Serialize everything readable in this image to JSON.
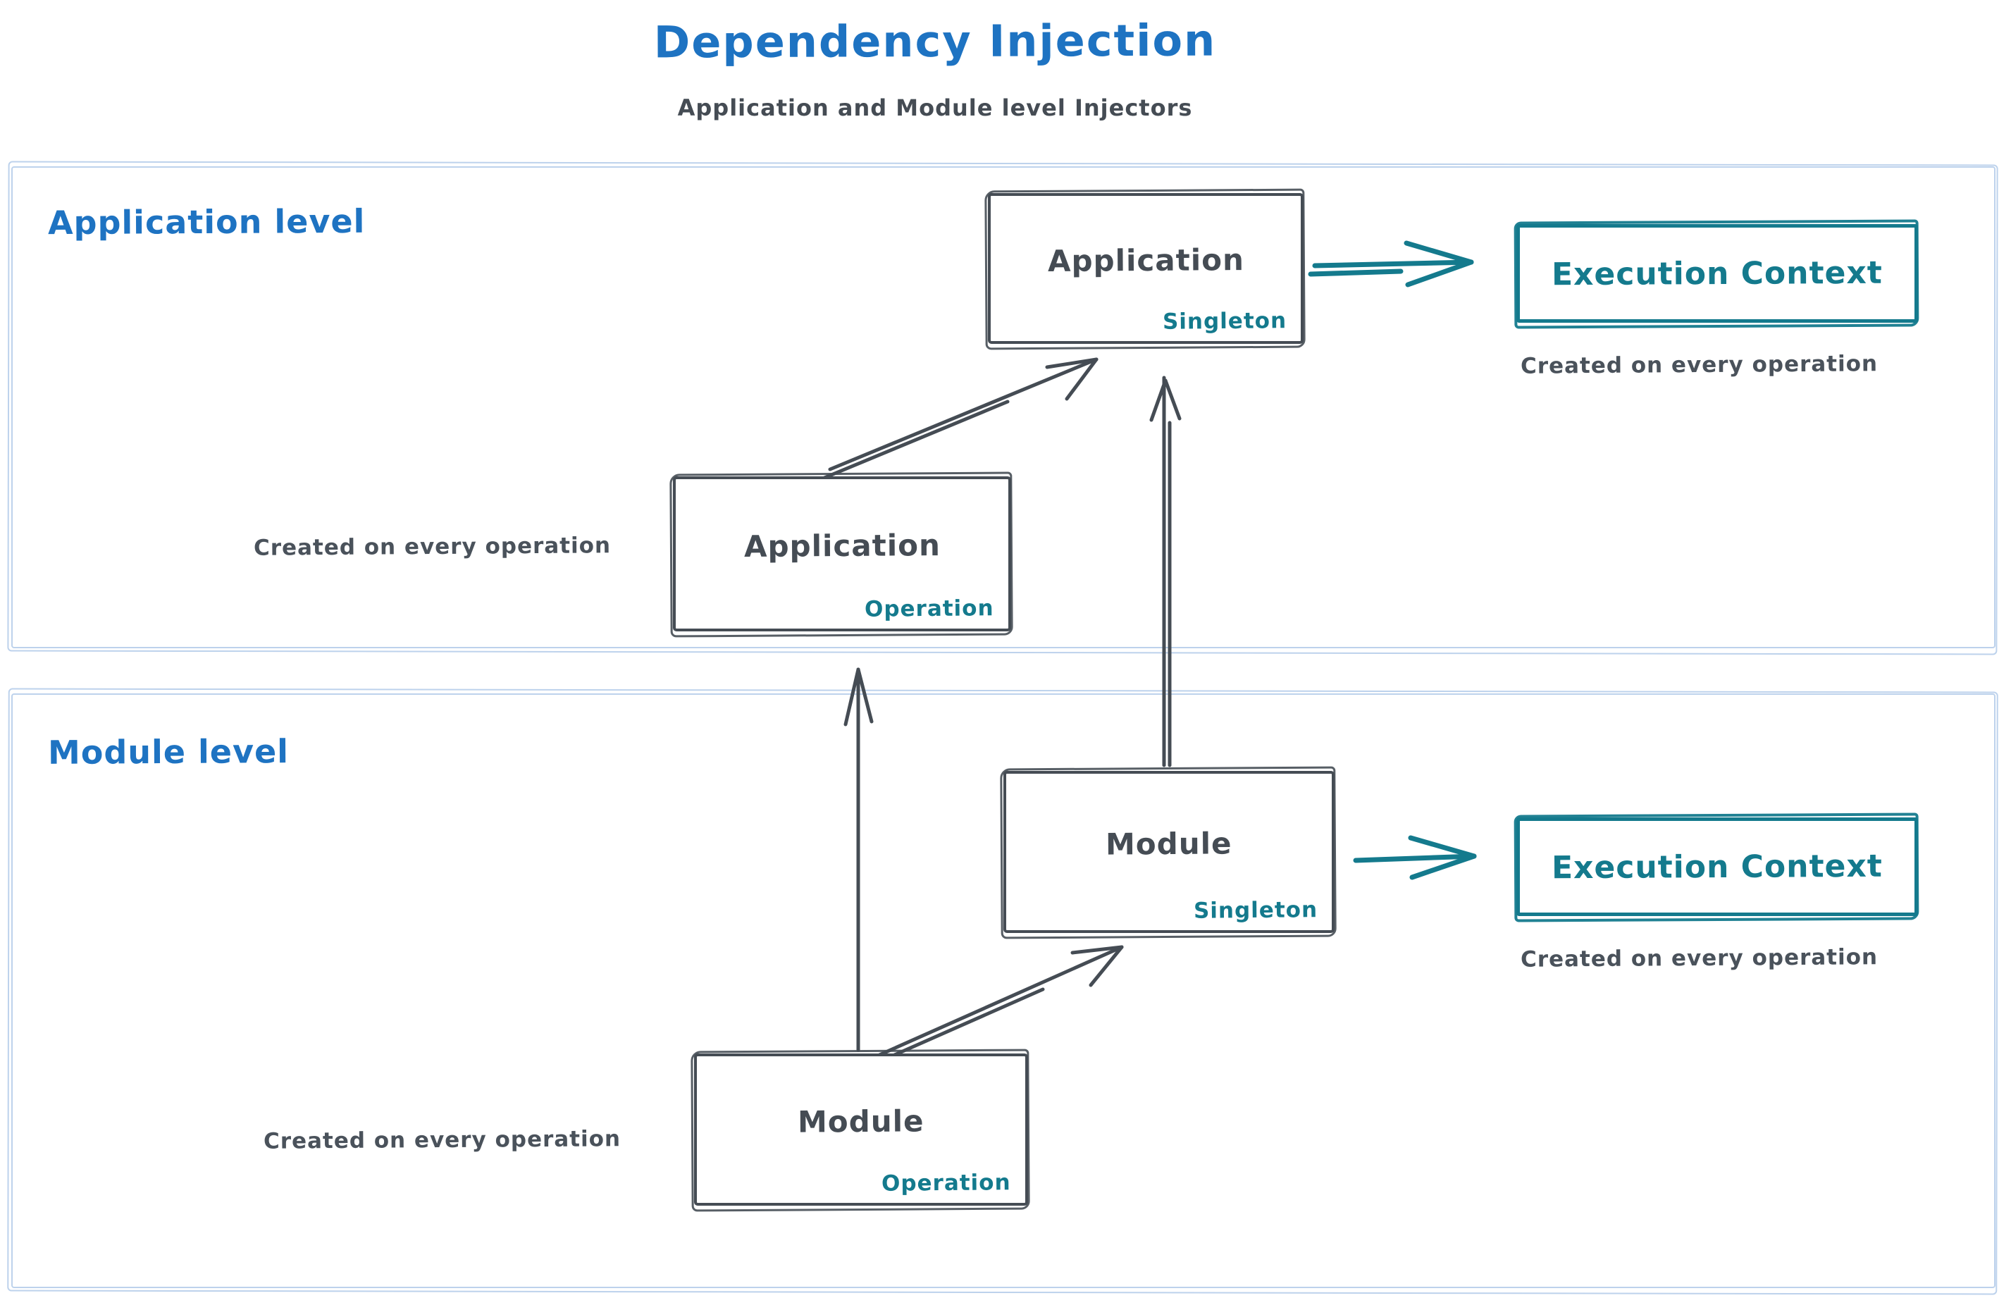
{
  "title": {
    "text": "Dependency Injection",
    "subtitle": "Application and Module level Injectors"
  },
  "colors": {
    "accent_blue": "#1e73c2",
    "stroke_dark": "#454c54",
    "teal": "#147a8d",
    "region_border": "#bdd2ec"
  },
  "regions": {
    "application": {
      "label": "Application level"
    },
    "module": {
      "label": "Module level"
    }
  },
  "nodes": {
    "app_singleton": {
      "title": "Application",
      "badge": "Singleton"
    },
    "app_operation": {
      "title": "Application",
      "badge": "Operation"
    },
    "module_singleton": {
      "title": "Module",
      "badge": "Singleton"
    },
    "module_operation": {
      "title": "Module",
      "badge": "Operation"
    },
    "app_exec_context": {
      "label": "Execution Context",
      "caption": "Created on every operation"
    },
    "module_exec_context": {
      "label": "Execution Context",
      "caption": "Created on every operation"
    }
  },
  "captions": {
    "app_operation": "Created on every operation",
    "module_operation": "Created on every operation"
  },
  "arrows": [
    {
      "from": "application-operation",
      "to": "application-singleton",
      "color": "dark"
    },
    {
      "from": "module-singleton",
      "to": "application-singleton",
      "color": "dark"
    },
    {
      "from": "module-operation",
      "to": "application-operation",
      "color": "dark"
    },
    {
      "from": "module-operation",
      "to": "module-singleton",
      "color": "dark"
    },
    {
      "from": "application-singleton",
      "to": "application-execution-context",
      "color": "teal"
    },
    {
      "from": "module-singleton",
      "to": "module-execution-context",
      "color": "teal"
    }
  ]
}
